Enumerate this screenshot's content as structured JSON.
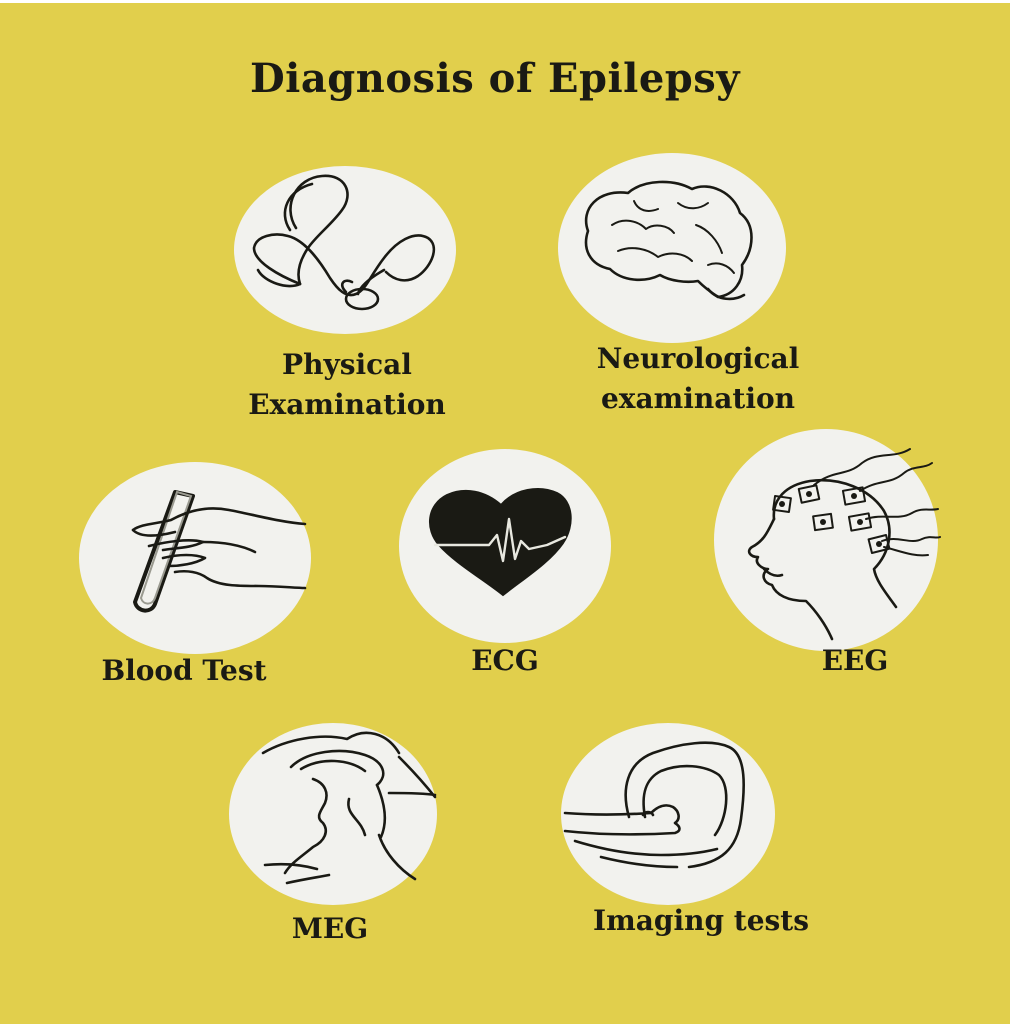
{
  "title": "Diagnosis of Epilepsy",
  "colors": {
    "background": "#e1cf4c",
    "circle": "#f2f2ee",
    "ink": "#1a1a14"
  },
  "items": [
    {
      "label_lines": [
        "Physical",
        "Examination"
      ],
      "icon": "stethoscope-icon"
    },
    {
      "label_lines": [
        "Neurological",
        "examination"
      ],
      "icon": "brain-icon"
    },
    {
      "label_lines": [
        "Blood Test"
      ],
      "icon": "test-tube-hand-icon"
    },
    {
      "label_lines": [
        "ECG"
      ],
      "icon": "heart-ecg-icon"
    },
    {
      "label_lines": [
        "EEG"
      ],
      "icon": "eeg-head-icon"
    },
    {
      "label_lines": [
        "MEG"
      ],
      "icon": "meg-scanner-icon"
    },
    {
      "label_lines": [
        "Imaging tests"
      ],
      "icon": "mri-scanner-icon"
    }
  ]
}
